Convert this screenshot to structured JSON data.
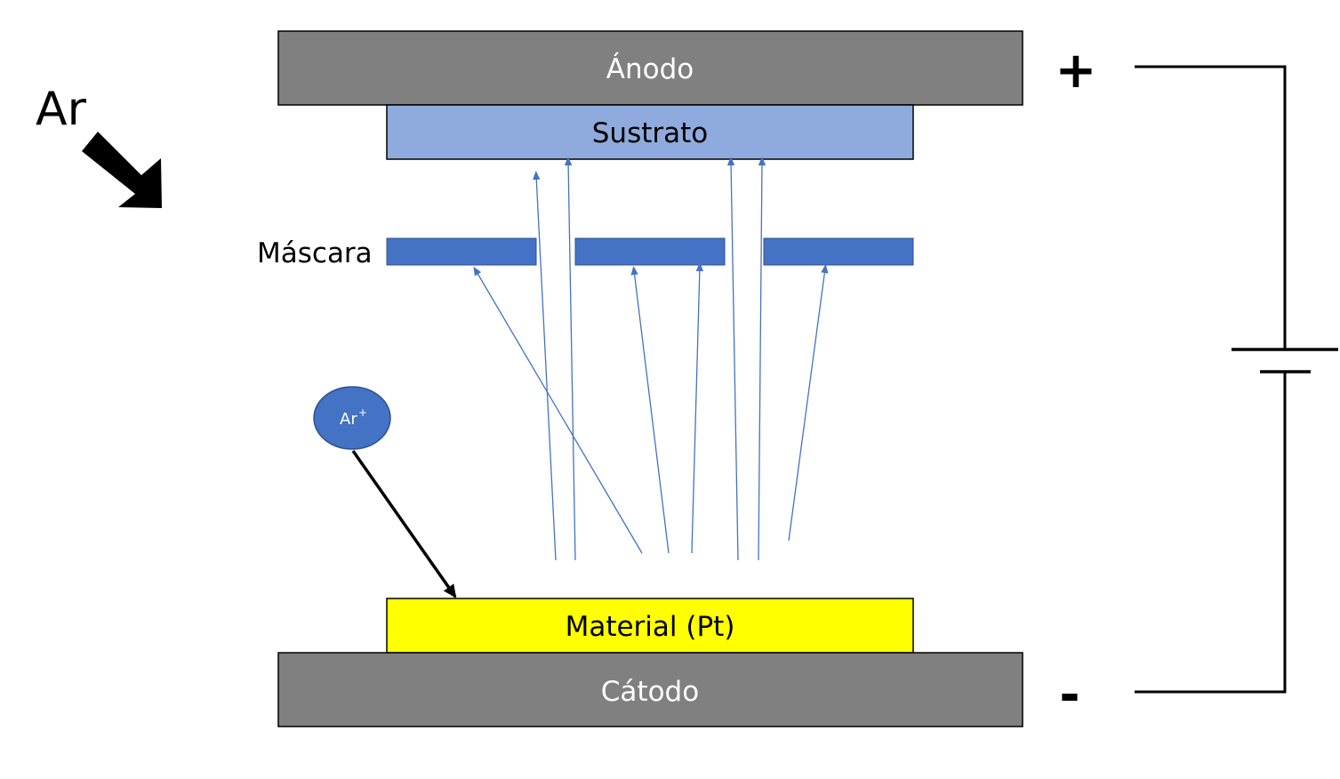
{
  "diagram": {
    "gas_label": "Ar",
    "anode_label": "Ánodo",
    "substrate_label": "Sustrato",
    "mask_label": "Máscara",
    "ion_label": "Ar",
    "ion_charge": "+",
    "target_label": "Material (Pt)",
    "cathode_label": "Cátodo",
    "positive_terminal": "+",
    "negative_terminal": "-"
  },
  "colors": {
    "electrode": "#808080",
    "substrate": "#8faadc",
    "mask": "#4472c4",
    "target": "#ffff00",
    "ion": "#4472c4",
    "particle_path": "#4472c4",
    "wire": "#000000"
  }
}
